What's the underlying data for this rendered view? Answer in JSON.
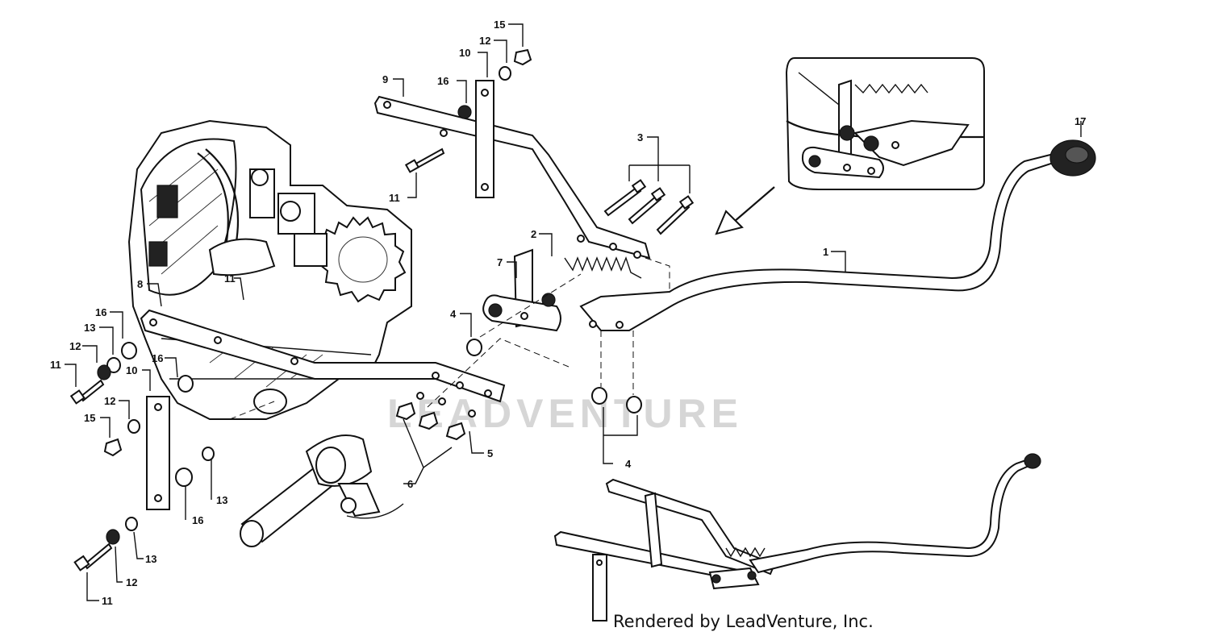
{
  "watermark": "LEADVENTURE",
  "footer": "Rendered by LeadVenture, Inc.",
  "callouts": {
    "c15a": "15",
    "c12a": "12",
    "c10a": "10",
    "c16a": "16",
    "c9": "9",
    "c11a": "11",
    "c3": "3",
    "c17": "17",
    "c2": "2",
    "c7": "7",
    "c1": "1",
    "c8": "8",
    "c11b": "11",
    "c16b": "16",
    "c4a": "4",
    "c13a": "13",
    "c12b": "12",
    "c11c": "11",
    "c16c": "16",
    "c10b": "10",
    "c12c": "12",
    "c15b": "15",
    "c13b": "13",
    "c16d": "16",
    "c13c": "13",
    "c12d": "12",
    "c11d": "11",
    "c6": "6",
    "c5": "5",
    "c4b": "4"
  }
}
